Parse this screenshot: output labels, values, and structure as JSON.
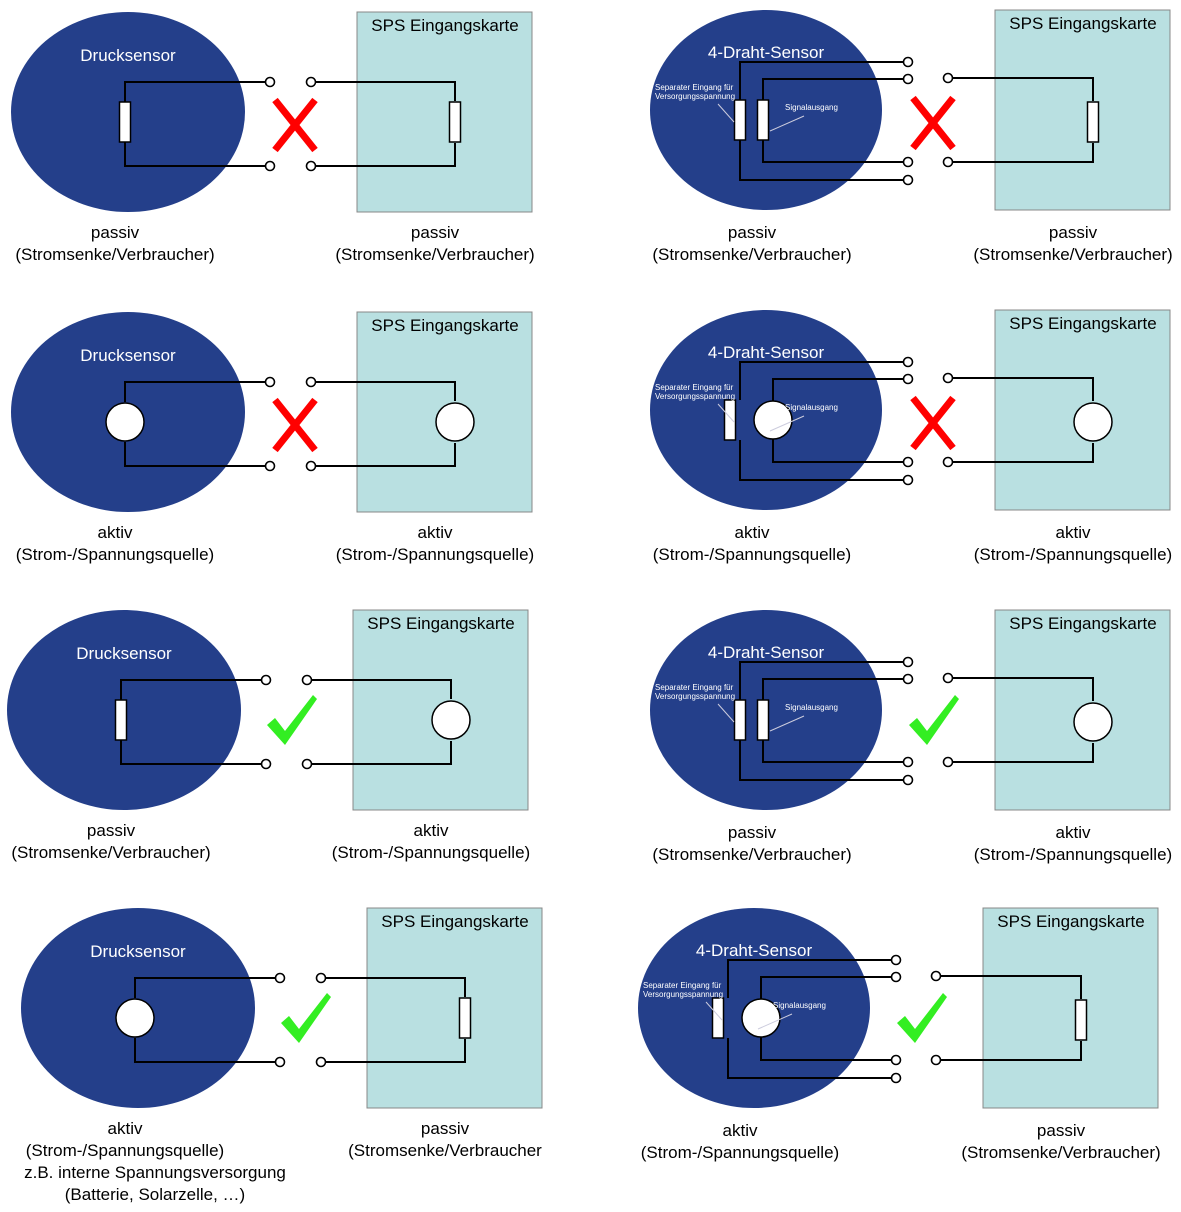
{
  "colors": {
    "sensor": "#243f8a",
    "card": "#b9e0e1",
    "cross": "#ff0000",
    "check": "#33ee22"
  },
  "panels": [
    {
      "sensor_title": "Drucksensor",
      "wires": 2,
      "sensor_element": "resistor",
      "card_title": "SPS Eingangskarte",
      "card_element": "resistor",
      "status": "cross",
      "sensor_label": [
        "passiv",
        "(Stromsenke/Verbraucher)"
      ],
      "card_label": [
        "passiv",
        "(Stromsenke/Verbraucher)"
      ]
    },
    {
      "sensor_title": "4-Draht-Sensor",
      "wires": 4,
      "sensor_element": "resistor",
      "supply_note": [
        "Separater Eingang für",
        "Versorgungsspannung"
      ],
      "signal_note": "Signalausgang",
      "card_title": "SPS Eingangskarte",
      "card_element": "resistor",
      "status": "cross",
      "sensor_label": [
        "passiv",
        "(Stromsenke/Verbraucher)"
      ],
      "card_label": [
        "passiv",
        "(Stromsenke/Verbraucher)"
      ]
    },
    {
      "sensor_title": "Drucksensor",
      "wires": 2,
      "sensor_element": "source",
      "card_title": "SPS Eingangskarte",
      "card_element": "source",
      "status": "cross",
      "sensor_label": [
        "aktiv",
        "(Strom-/Spannungsquelle)"
      ],
      "card_label": [
        "aktiv",
        "(Strom-/Spannungsquelle)"
      ]
    },
    {
      "sensor_title": "4-Draht-Sensor",
      "wires": 4,
      "sensor_element": "source",
      "supply_note": [
        "Separater Eingang für",
        "Versorgungsspannung"
      ],
      "signal_note": "Signalausgang",
      "card_title": "SPS Eingangskarte",
      "card_element": "source",
      "status": "cross",
      "sensor_label": [
        "aktiv",
        "(Strom-/Spannungsquelle)"
      ],
      "card_label": [
        "aktiv",
        "(Strom-/Spannungsquelle)"
      ]
    },
    {
      "sensor_title": "Drucksensor",
      "wires": 2,
      "sensor_element": "resistor",
      "card_title": "SPS Eingangskarte",
      "card_element": "source",
      "status": "check",
      "sensor_label": [
        "passiv",
        "(Stromsenke/Verbraucher)"
      ],
      "card_label": [
        "aktiv",
        "(Strom-/Spannungsquelle)"
      ]
    },
    {
      "sensor_title": "4-Draht-Sensor",
      "wires": 4,
      "sensor_element": "resistor",
      "supply_note": [
        "Separater Eingang für",
        "Versorgungsspannung"
      ],
      "signal_note": "Signalausgang",
      "card_title": "SPS Eingangskarte",
      "card_element": "source",
      "status": "check",
      "sensor_label": [
        "passiv",
        "(Stromsenke/Verbraucher)"
      ],
      "card_label": [
        "aktiv",
        "(Strom-/Spannungsquelle)"
      ]
    },
    {
      "sensor_title": "Drucksensor",
      "wires": 2,
      "sensor_element": "source",
      "card_title": "SPS Eingangskarte",
      "card_element": "resistor",
      "status": "check",
      "sensor_label": [
        "aktiv",
        "(Strom-/Spannungsquelle)",
        "z.B. interne Spannungsversorgung",
        "(Batterie, Solarzelle, …)"
      ],
      "card_label": [
        "passiv",
        "(Stromsenke/Verbraucher"
      ]
    },
    {
      "sensor_title": "4-Draht-Sensor",
      "wires": 4,
      "sensor_element": "source",
      "supply_note": [
        "Separater Eingang für",
        "Versorgungsspannung"
      ],
      "signal_note": "Signalausgang",
      "card_title": "SPS Eingangskarte",
      "card_element": "resistor",
      "status": "check",
      "sensor_label": [
        "aktiv",
        "(Strom-/Spannungsquelle)"
      ],
      "card_label": [
        "passiv",
        "(Stromsenke/Verbraucher)"
      ]
    }
  ]
}
